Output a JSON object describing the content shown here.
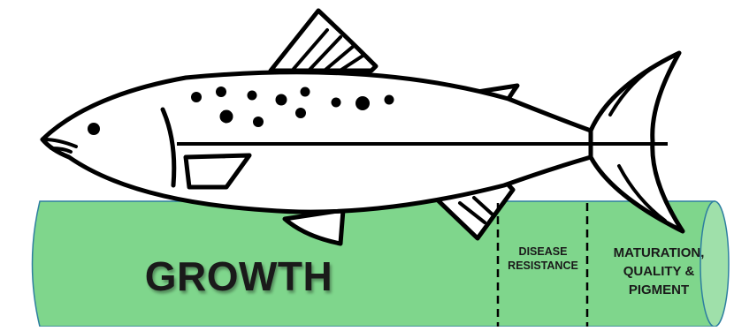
{
  "diagram": {
    "colors": {
      "cylinder_fill": "#7fd68c",
      "cylinder_end_fill": "#9fe0aa",
      "cylinder_stroke": "#2e7fa0",
      "fish_outline": "#000000",
      "fish_fill": "#ffffff"
    },
    "sections": {
      "growth": "GROWTH",
      "disease_line1": "DISEASE",
      "disease_line2": "RESISTANCE",
      "maturation_line1": "MATURATION,",
      "maturation_line2": "QUALITY &",
      "maturation_line3": "PIGMENT"
    }
  }
}
